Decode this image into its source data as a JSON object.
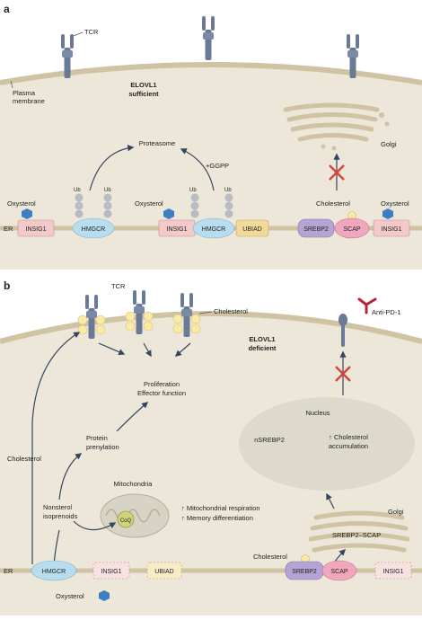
{
  "panel_a": {
    "panel_label": "a",
    "tcr_label": "TCR",
    "plasma_membrane_line1": "Plasma",
    "plasma_membrane_line2": "membrane",
    "condition_line1": "ELOVL1",
    "condition_line2": "sufficient",
    "golgi_label": "Golgi",
    "proteasome_label": "Proteasome",
    "ggpp_label": "+GGPP",
    "ub_label": "Ub",
    "er_label": "ER",
    "oxysterol_label": "Oxysterol",
    "cholesterol_label": "Cholesterol",
    "insig1_label": "INSIG1",
    "hmgcr_label": "HMGCR",
    "ubiad_label": "UBIAD",
    "srebp2_label": "SREBP2",
    "scap_label": "SCAP"
  },
  "panel_b": {
    "panel_label": "b",
    "tcr_label": "TCR",
    "cholesterol_top_label": "Cholesterol",
    "anti_pd1_label": "Anti-PD-1",
    "condition_line1": "ELOVL1",
    "condition_line2": "deficient",
    "proliferation_label": "Proliferation",
    "effector_label": "Effector function",
    "nucleus_label": "Nucleus",
    "nsrebp2_label": "nSREBP2",
    "cholesterol_accum_line1": "↑ Cholesterol",
    "cholesterol_accum_line2": "accumulation",
    "protein_line1": "Protein",
    "protein_line2": "prenylation",
    "cholesterol_side_label": "Cholesterol",
    "mitochondria_label": "Mitochondria",
    "nonsterol_line1": "Nonsterol",
    "nonsterol_line2": "isoprenoids",
    "coq_label": "CoQ",
    "mito_resp_label": "↑ Mitochondrial respiration",
    "memory_label": "↑ Memory differentiation",
    "golgi_label": "Golgi",
    "srebp2_scap_label": "SREBP2–SCAP",
    "cholesterol_er_label": "Cholesterol",
    "er_label": "ER",
    "hmgcr_label": "HMGCR",
    "insig1_label": "INSIG1",
    "ubiad_label": "UBIAD",
    "srebp2_label": "SREBP2",
    "scap_label": "SCAP",
    "insig1_right_label": "INSIG1",
    "oxysterol_label": "Oxysterol"
  },
  "colors": {
    "cytoplasm": "#ece7d9",
    "membrane": "#cfc3a3",
    "receptor": "#6a7a96",
    "insig_fill": "#f3c9c9",
    "hmgcr_fill": "#b8ddef",
    "ubiad_fill": "#f1d99a",
    "srebp_fill": "#b5a3d4",
    "scap_fill": "#f0a6bd",
    "oxysterol": "#3d7fc4",
    "cholesterol": "#fbe9a6",
    "ub_grey": "#b9bcc2",
    "inhibit_red": "#d9453a",
    "arrow": "#34465e"
  }
}
